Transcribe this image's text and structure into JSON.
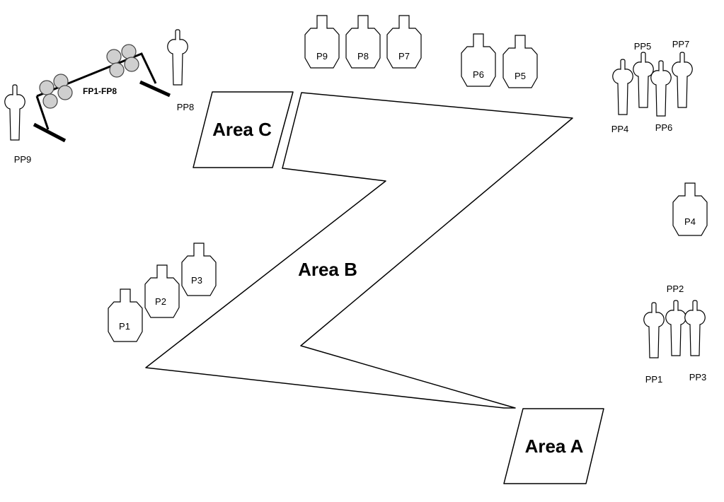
{
  "areas": {
    "a": "Area A",
    "b": "Area B",
    "c": "Area C"
  },
  "paper_targets": {
    "p1": "P1",
    "p2": "P2",
    "p3": "P3",
    "p4": "P4",
    "p5": "P5",
    "p6": "P6",
    "p7": "P7",
    "p8": "P8",
    "p9": "P9"
  },
  "poppers": {
    "pp1": "PP1",
    "pp2": "PP2",
    "pp3": "PP3",
    "pp4": "PP4",
    "pp5": "PP5",
    "pp6": "PP6",
    "pp7": "PP7",
    "pp8": "PP8",
    "pp9": "PP9"
  },
  "falling_plates": {
    "label": "FP1-FP8",
    "count": 8
  },
  "colors": {
    "line": "#000000",
    "plate_fill": "#cfcfcf",
    "background": "#ffffff"
  }
}
